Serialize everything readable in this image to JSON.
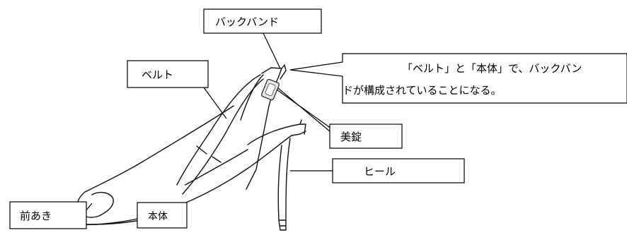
{
  "labels": {
    "back_band": "バックバンド",
    "belt": "ベルト",
    "front_opening": "前あき",
    "body": "本体",
    "ornament": "美錠",
    "heel": "ヒール"
  },
  "callout": {
    "line1": "「ベルト」と「本体」で、バックバン",
    "line2": "ドが構成されていることになる。"
  }
}
